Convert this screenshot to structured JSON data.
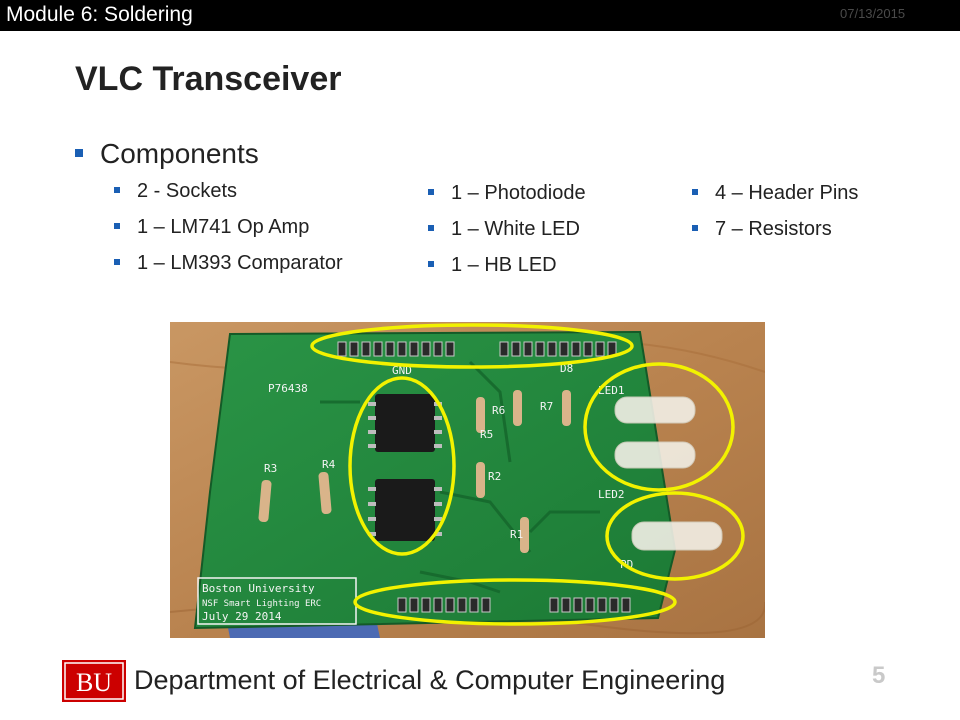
{
  "header": {
    "module": "Module 6: Soldering",
    "date": "07/13/2015"
  },
  "slide": {
    "title": "VLC Transceiver",
    "bullet": "Components",
    "items_col1": [
      "2 - Sockets",
      "1 – LM741 Op Amp",
      "1 – LM393 Comparator"
    ],
    "items_col2": [
      "1 – Photodiode",
      "1 – White LED",
      "1 – HB LED"
    ],
    "items_col3": [
      "4 – Header Pins",
      "7 – Resistors"
    ]
  },
  "photo": {
    "board_id": "P76438",
    "labels": {
      "r3": "R3",
      "r4": "R4",
      "r5": "R5",
      "r2": "R2",
      "r6": "R6",
      "r7": "R7",
      "r1": "R1",
      "led1": "LED1",
      "led2": "LED2",
      "pd": "PD",
      "gnd": "GND",
      "d8": "D8"
    },
    "silkscreen": [
      "Boston University",
      "NSF Smart Lighting ERC",
      "July 29 2014"
    ],
    "highlight_color": "#f2f200",
    "board_color": "#1f8a3a"
  },
  "footer": {
    "logo_text": "BU",
    "department": "Department of Electrical & Computer Engineering",
    "page": "5",
    "logo_color": "#cc0000"
  }
}
